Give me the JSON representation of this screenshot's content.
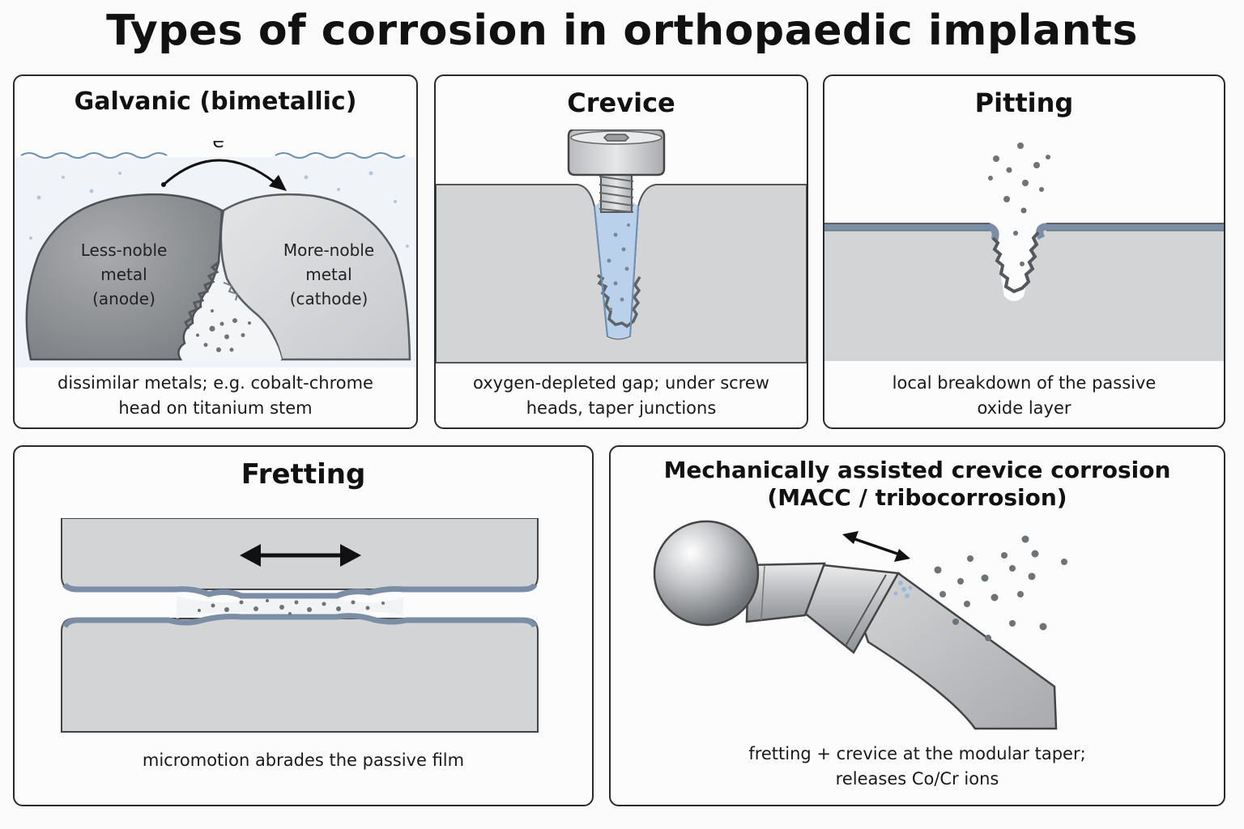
{
  "title": "Types of corrosion in orthopaedic implants",
  "panels": {
    "galvanic": {
      "title": "Galvanic (bimetallic)",
      "electron_label": "e⁻",
      "anode_label": [
        "Less-noble",
        "metal",
        "(anode)"
      ],
      "cathode_label": [
        "More-noble",
        "metal",
        "(cathode)"
      ],
      "caption": [
        "dissimilar metals; e.g. cobalt-chrome",
        "head on titanium stem"
      ]
    },
    "crevice": {
      "title": "Crevice",
      "caption": [
        "oxygen-depleted gap; under screw",
        "heads, taper junctions"
      ]
    },
    "pitting": {
      "title": "Pitting",
      "caption": [
        "local breakdown of the passive",
        "oxide layer"
      ]
    },
    "fretting": {
      "title": "Fretting",
      "caption": [
        "micromotion abrades the passive film"
      ]
    },
    "macc": {
      "title": [
        "Mechanically assisted crevice corrosion",
        "(MACC / tribocorrosion)"
      ],
      "caption": [
        "fretting + crevice at the modular taper;",
        "releases Co/Cr ions"
      ]
    }
  },
  "colors": {
    "metal": "#cfd0d2",
    "oxide_layer": "#7b8ea6",
    "fluid": "#b9d1ea",
    "particles": "#6e7378"
  }
}
